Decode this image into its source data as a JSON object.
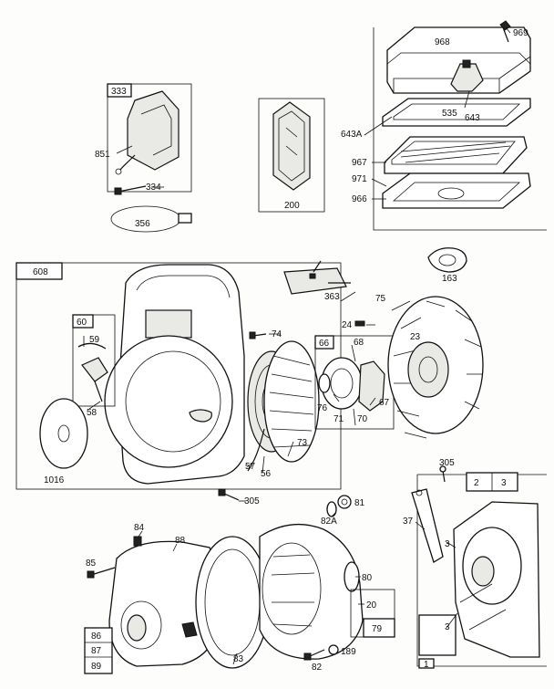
{
  "callouts": [
    {
      "id": "969",
      "text": "969"
    },
    {
      "id": "968",
      "text": "968"
    },
    {
      "id": "535",
      "text": "535"
    },
    {
      "id": "643",
      "text": "643"
    },
    {
      "id": "643A",
      "text": "643A"
    },
    {
      "id": "967",
      "text": "967"
    },
    {
      "id": "971",
      "text": "971"
    },
    {
      "id": "966",
      "text": "966"
    },
    {
      "id": "163",
      "text": "163"
    },
    {
      "id": "333",
      "text": "333"
    },
    {
      "id": "851",
      "text": "851"
    },
    {
      "id": "334",
      "text": "334"
    },
    {
      "id": "356",
      "text": "356"
    },
    {
      "id": "200",
      "text": "200"
    },
    {
      "id": "608",
      "text": "608"
    },
    {
      "id": "363",
      "text": "363"
    },
    {
      "id": "75",
      "text": "75"
    },
    {
      "id": "24",
      "text": "24"
    },
    {
      "id": "74",
      "text": "74"
    },
    {
      "id": "60",
      "text": "60"
    },
    {
      "id": "59",
      "text": "59"
    },
    {
      "id": "58",
      "text": "58"
    },
    {
      "id": "66",
      "text": "66"
    },
    {
      "id": "68",
      "text": "68"
    },
    {
      "id": "23",
      "text": "23"
    },
    {
      "id": "76",
      "text": "76"
    },
    {
      "id": "71",
      "text": "71"
    },
    {
      "id": "70",
      "text": "70"
    },
    {
      "id": "67",
      "text": "67"
    },
    {
      "id": "73",
      "text": "73"
    },
    {
      "id": "57",
      "text": "57"
    },
    {
      "id": "56",
      "text": "56"
    },
    {
      "id": "1016",
      "text": "1016"
    },
    {
      "id": "305a",
      "text": "305"
    },
    {
      "id": "305b",
      "text": "305"
    },
    {
      "id": "81",
      "text": "81"
    },
    {
      "id": "82A",
      "text": "82A"
    },
    {
      "id": "84",
      "text": "84"
    },
    {
      "id": "88",
      "text": "88"
    },
    {
      "id": "85",
      "text": "85"
    },
    {
      "id": "80",
      "text": "80"
    },
    {
      "id": "20",
      "text": "20"
    },
    {
      "id": "79",
      "text": "79"
    },
    {
      "id": "86",
      "text": "86"
    },
    {
      "id": "87",
      "text": "87"
    },
    {
      "id": "89",
      "text": "89"
    },
    {
      "id": "83",
      "text": "83"
    },
    {
      "id": "82",
      "text": "82"
    },
    {
      "id": "189",
      "text": "189"
    },
    {
      "id": "37",
      "text": "37"
    },
    {
      "id": "3a",
      "text": "3"
    },
    {
      "id": "3b",
      "text": "3"
    },
    {
      "id": "2",
      "text": "2"
    },
    {
      "id": "3c",
      "text": "3"
    },
    {
      "id": "1",
      "text": "1"
    }
  ]
}
